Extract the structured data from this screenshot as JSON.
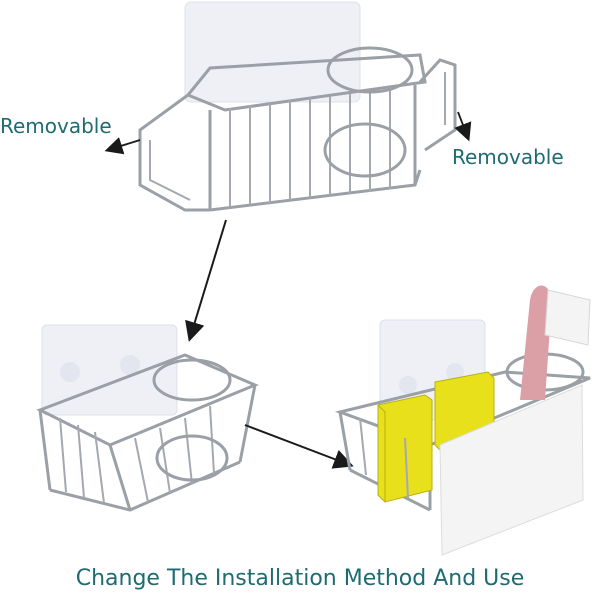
{
  "labels": {
    "removable_left": "Removable",
    "removable_right": "Removable"
  },
  "caption": "Change The Installation Method And Use",
  "colors": {
    "text": "#1e6b72",
    "wire": "#9aa0a6",
    "arrow": "#1a1a1a",
    "adhesive": "#eef0f6",
    "sponge_yellow": "#e7e01a",
    "brush_pink": "#dba0a6"
  }
}
